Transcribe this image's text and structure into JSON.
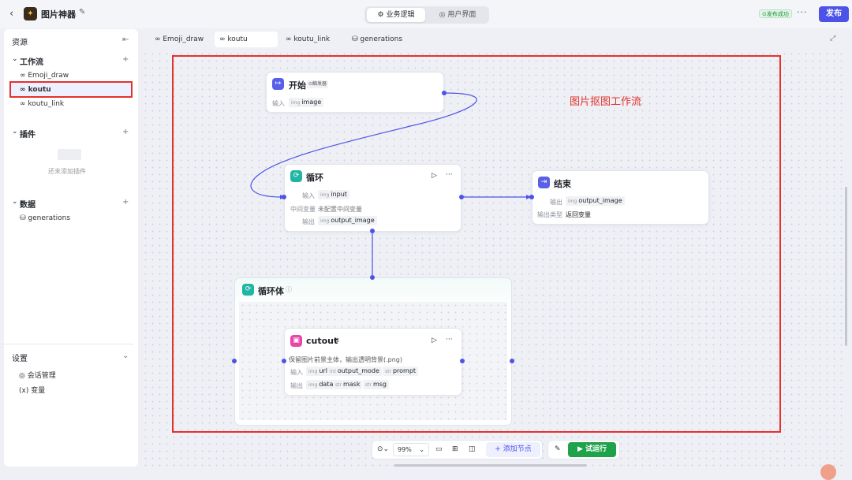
{
  "header": {
    "back": "‹",
    "app_title": "图片神器",
    "tabs": [
      "业务逻辑",
      "用户界面"
    ],
    "publish_status": "发布成功",
    "more": "···",
    "publish_button": "发布"
  },
  "sidebar": {
    "resources_title": "资源",
    "workflow_title": "工作流",
    "workflows": [
      "Emoji_draw",
      "koutu",
      "koutu_link"
    ],
    "plugin_title": "插件",
    "plugin_empty": "还未添加插件",
    "data_title": "数据",
    "data_items": [
      "generations"
    ],
    "settings_title": "设置",
    "settings_items": [
      "会话管理",
      "变量"
    ]
  },
  "editor_tabs": [
    "Emoji_draw",
    "koutu",
    "koutu_link",
    "generations"
  ],
  "canvas": {
    "annotation": "图片抠图工作流",
    "start_node": {
      "title": "开始",
      "tag": "触发器",
      "input_label": "输入",
      "input_var": "image"
    },
    "loop_node": {
      "title": "循环",
      "input_label": "输入",
      "input_var": "input",
      "mid_label": "中间变量",
      "mid_value": "未配置中间变量",
      "output_label": "输出",
      "output_var": "output_image"
    },
    "end_node": {
      "title": "结束",
      "output_label": "输出",
      "output_var": "output_image",
      "type_label": "输出类型",
      "type_value": "返回变量"
    },
    "loop_body": {
      "title": "循环体"
    },
    "cutout_node": {
      "title": "cutout",
      "desc": "保留图片前景主体，输出透明背景(.png)",
      "input_label": "输入",
      "inputs": [
        "url",
        "output_mode",
        "prompt"
      ],
      "output_label": "输出",
      "outputs": [
        "data",
        "mask",
        "msg"
      ]
    }
  },
  "bottom_toolbar": {
    "zoom": "99%",
    "add_node": "添加节点",
    "run": "试运行"
  },
  "colors": {
    "accent": "#4d53e8",
    "highlight": "#e5312d",
    "run": "#1ea34a",
    "loop": "#1fb7a3",
    "cutout": "#e847a8"
  }
}
